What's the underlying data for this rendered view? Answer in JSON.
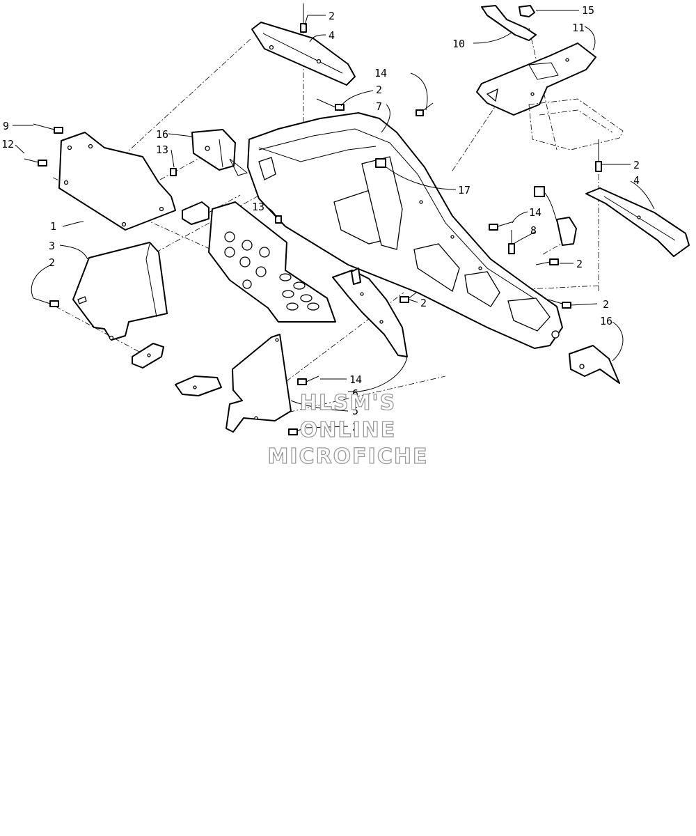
{
  "diagram": {
    "callouts": [
      "1",
      "2",
      "3",
      "4",
      "5",
      "6",
      "7",
      "8",
      "9",
      "10",
      "11",
      "12",
      "13",
      "14",
      "15",
      "16",
      "17"
    ],
    "watermark": [
      "HLSM'S",
      "ONLINE",
      "MICROFICHE"
    ]
  }
}
